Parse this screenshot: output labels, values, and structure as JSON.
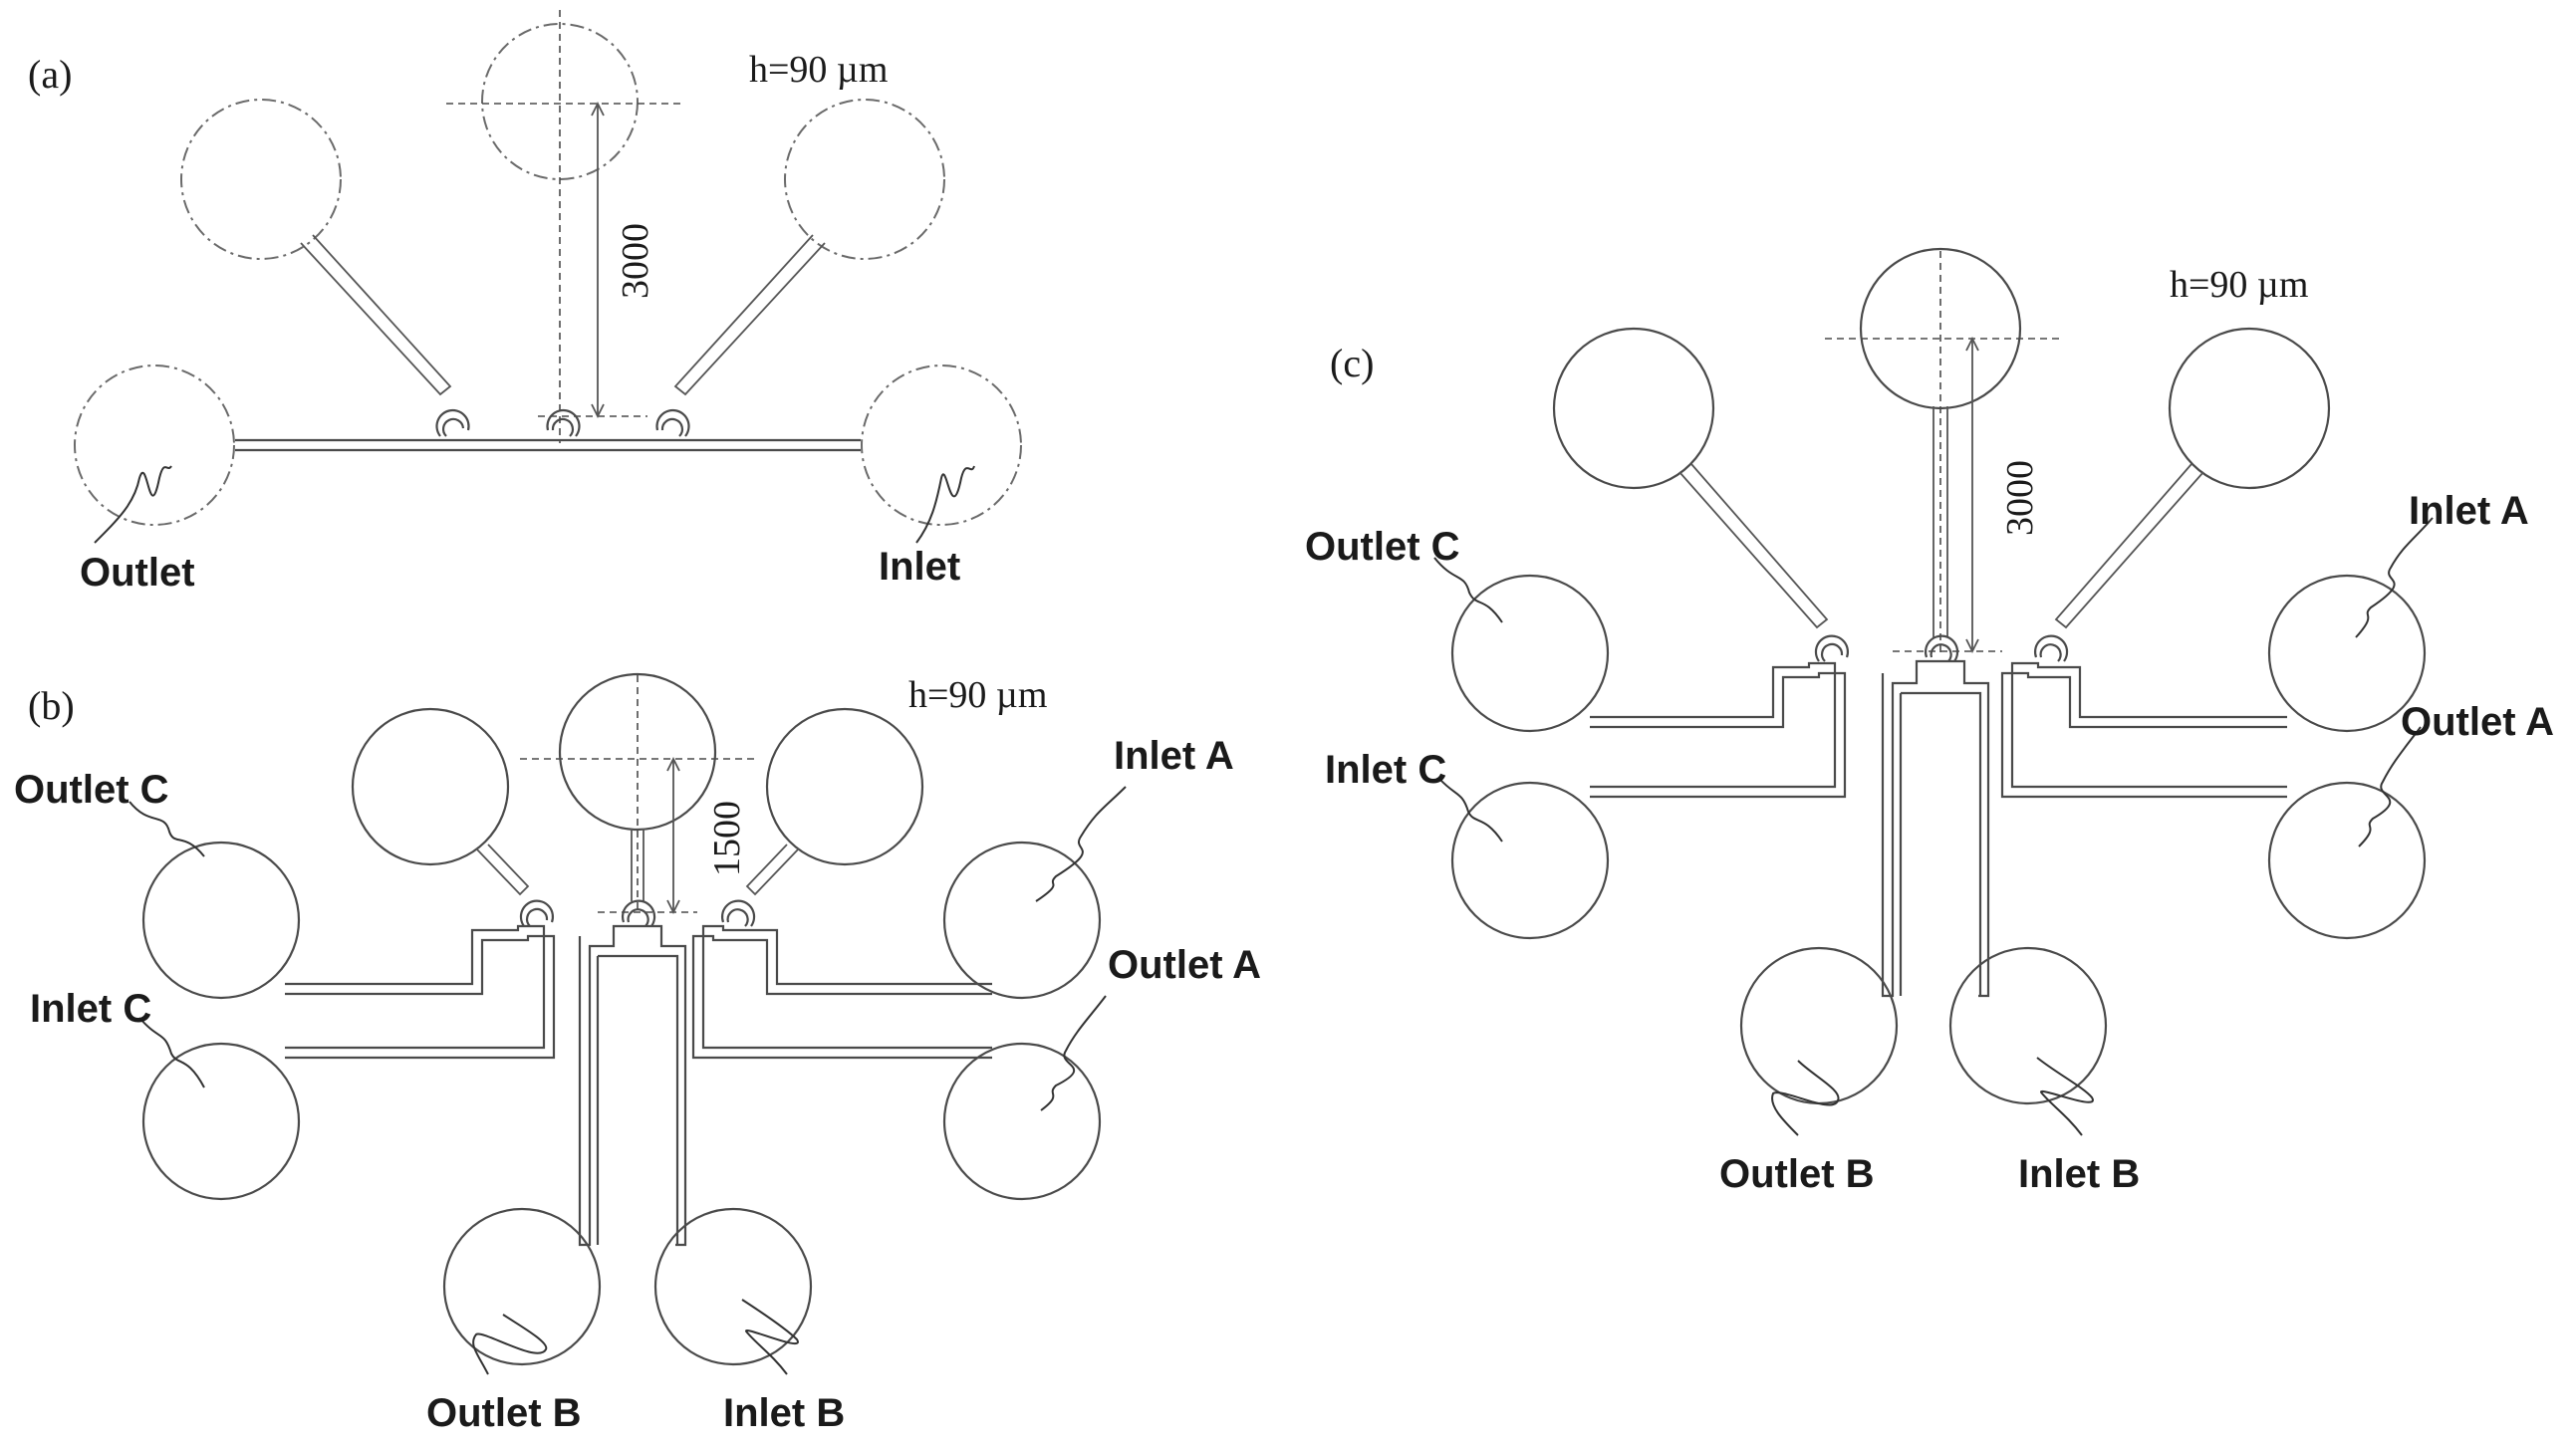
{
  "panels": {
    "a": {
      "label": "(a)",
      "height_note": "h=90 µm",
      "dimension": "3000",
      "outlet": "Outlet",
      "inlet": "Inlet"
    },
    "b": {
      "label": "(b)",
      "height_note": "h=90 µm",
      "dimension": "1500",
      "outlet_c": "Outlet C",
      "inlet_c": "Inlet C",
      "inlet_a": "Inlet A",
      "outlet_a": "Outlet A",
      "outlet_b": "Outlet B",
      "inlet_b": "Inlet B"
    },
    "c": {
      "label": "(c)",
      "height_note": "h=90 µm",
      "dimension": "3000",
      "outlet_c": "Outlet C",
      "inlet_c": "Inlet C",
      "inlet_a": "Inlet A",
      "outlet_a": "Outlet A",
      "outlet_b": "Outlet B",
      "inlet_b": "Inlet B"
    }
  }
}
